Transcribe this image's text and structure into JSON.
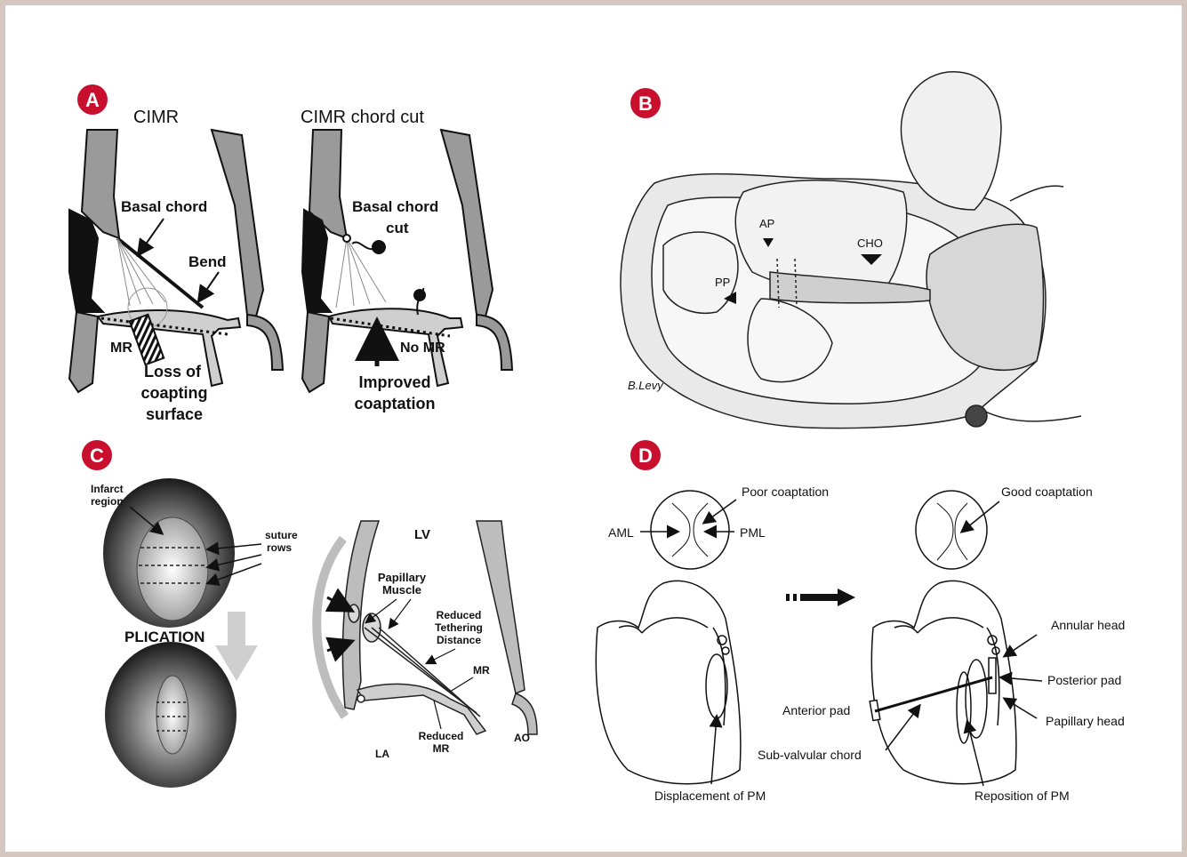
{
  "panels": {
    "a": {
      "badge": "A",
      "left_title": "CIMR",
      "right_title": "CIMR chord cut",
      "basal_chord": "Basal chord",
      "bend": "Bend",
      "mr": "MR",
      "loss_1": "Loss of",
      "loss_2": "coapting",
      "loss_3": "surface",
      "cut_1": "Basal chord",
      "cut_2": "cut",
      "no_mr": "No MR",
      "improved_1": "Improved",
      "improved_2": "coaptation"
    },
    "b": {
      "badge": "B",
      "ap": "AP",
      "pp": "PP",
      "cho": "CHO",
      "signature": "B.Levy"
    },
    "c": {
      "badge": "C",
      "infarct_1": "Infarct",
      "infarct_2": "region",
      "suture_1": "suture",
      "suture_2": "rows",
      "plication": "PLICATION",
      "lv": "LV",
      "papillary_1": "Papillary",
      "papillary_2": "Muscle",
      "reduced_1": "Reduced",
      "reduced_2": "Tethering",
      "reduced_3": "Distance",
      "mr": "MR",
      "reduced_mr_1": "Reduced",
      "reduced_mr_2": "MR",
      "la": "LA",
      "ao": "AO"
    },
    "d": {
      "badge": "D",
      "poor": "Poor coaptation",
      "aml": "AML",
      "pml": "PML",
      "good": "Good coaptation",
      "displacement": "Displacement of PM",
      "annular": "Annular head",
      "posterior": "Posterior pad",
      "anterior": "Anterior pad",
      "papillary": "Papillary head",
      "subvalvular": "Sub-valvular chord",
      "reposition": "Reposition of PM"
    }
  },
  "colors": {
    "badge": "#c8102e",
    "border": "#d6c6c0",
    "tissue": "#9a9a9a"
  }
}
